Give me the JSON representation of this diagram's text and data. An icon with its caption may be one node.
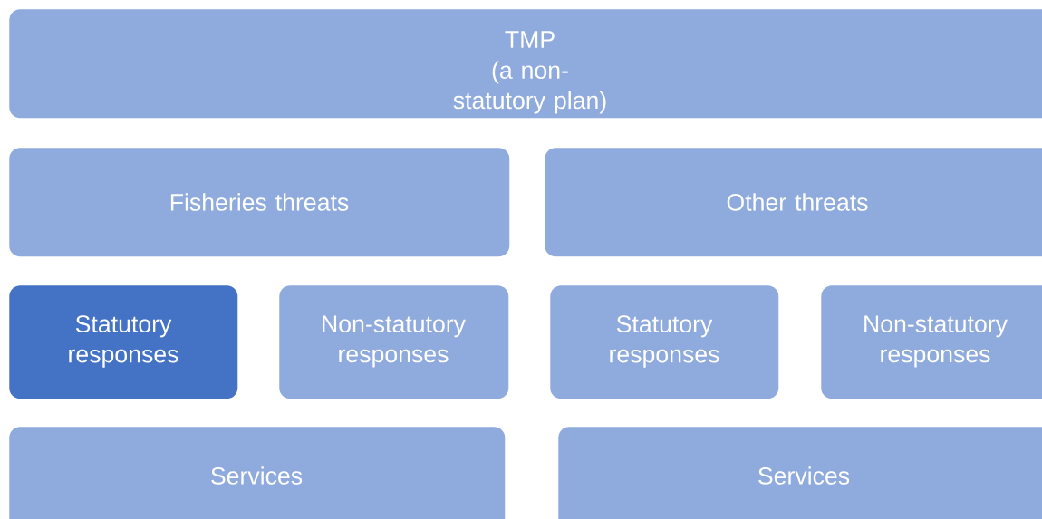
{
  "diagram": {
    "nodes": [
      {
        "text": [
          "TMP",
          "(a non-statutory plan)"
        ]
      },
      {
        "text": [
          "Fisheries threats"
        ]
      },
      {
        "text": [
          "Other threats"
        ]
      },
      {
        "text": [
          "Statutory responses"
        ]
      },
      {
        "text": [
          "Non-statutory responses"
        ]
      },
      {
        "text": [
          "Statutory responses"
        ]
      },
      {
        "text": [
          "Non-statutory responses"
        ]
      },
      {
        "text": [
          "Services"
        ]
      },
      {
        "text": [
          "Services"
        ]
      }
    ]
  }
}
